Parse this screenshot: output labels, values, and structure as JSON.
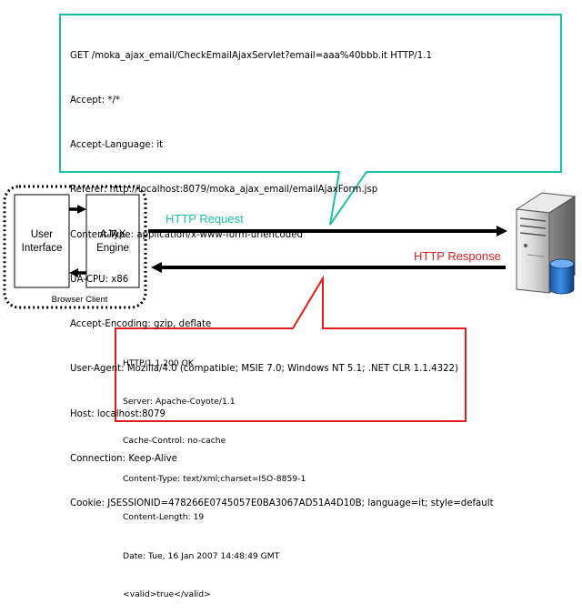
{
  "request_callout": {
    "lines": [
      "GET /moka_ajax_email/CheckEmailAjaxServlet?email=aaa%40bbb.it HTTP/1.1",
      "Accept: */*",
      "Accept-Language: it",
      "Referer: http://localhost:8079/moka_ajax_email/emailAjaxForm.jsp",
      "Content-Type: application/x-www-form-urlencoded",
      "UA-CPU: x86",
      "Accept-Encoding: gzip, deflate",
      "User-Agent: Mozilla/4.0 (compatible; MSIE 7.0; Windows NT 5.1; .NET CLR 1.1.4322)",
      "Host: localhost:8079",
      "Connection: Keep-Alive",
      "Cookie: JSESSIONID=478266E0745057E0BA3067AD51A4D10B; language=it; style=default"
    ],
    "border_color": "#19c2a4"
  },
  "response_callout": {
    "lines": [
      "HTTP/1.1 200 OK",
      "Server: Apache-Coyote/1.1",
      "Cache-Control: no-cache",
      "Content-Type: text/xml;charset=ISO-8859-1",
      "Content-Length: 19",
      "Date: Tue, 16 Jan 2007 14:48:49 GMT",
      "<valid>true</valid>"
    ],
    "border_color": "#e41b1b"
  },
  "browser_client": {
    "caption": "Browser Client",
    "user_interface": [
      "User",
      "Interface"
    ],
    "ajax_engine": [
      "AJAX",
      "Engine"
    ]
  },
  "arrows": {
    "request_label": "HTTP Request",
    "request_color": "#19c2a4",
    "response_label": "HTTP Response",
    "response_color": "#e41b1b"
  },
  "server": {
    "icon": "server-database-icon"
  }
}
